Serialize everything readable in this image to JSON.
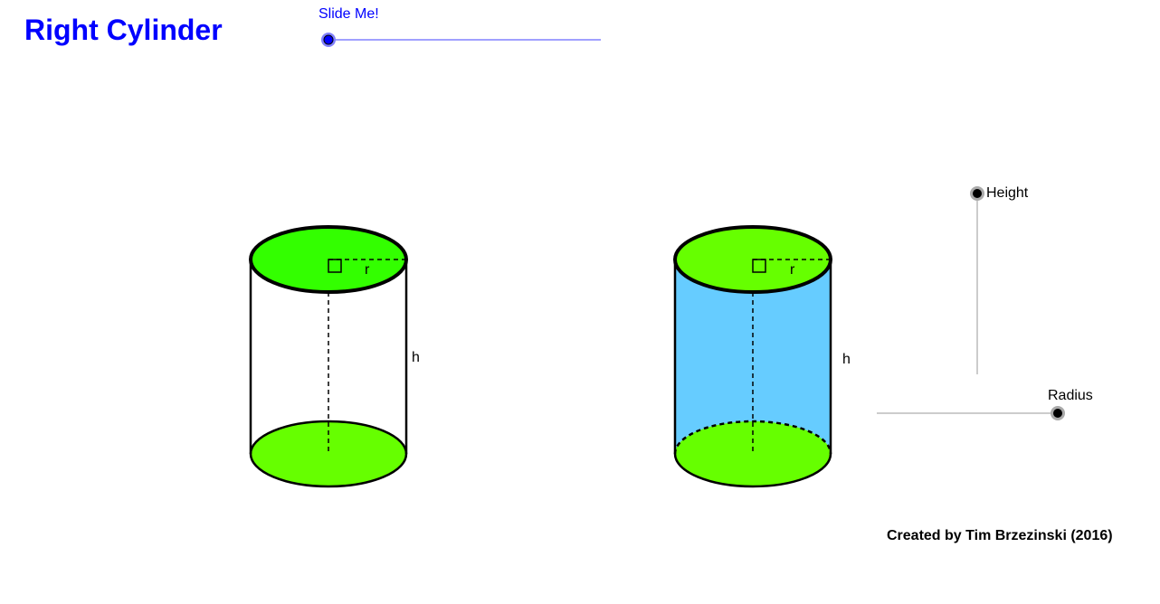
{
  "title": "Right Cylinder",
  "slider": {
    "label": "Slide Me!",
    "value": 0
  },
  "labels": {
    "radius": "r",
    "height": "h"
  },
  "controls": {
    "height_label": "Height",
    "radius_label": "Radius"
  },
  "credit": "Created by Tim Brzezinski (2016)",
  "colors": {
    "title": "#0000ff",
    "top_left": "#33ff00",
    "base": "#66ff00",
    "lateral": "#66ccff"
  }
}
